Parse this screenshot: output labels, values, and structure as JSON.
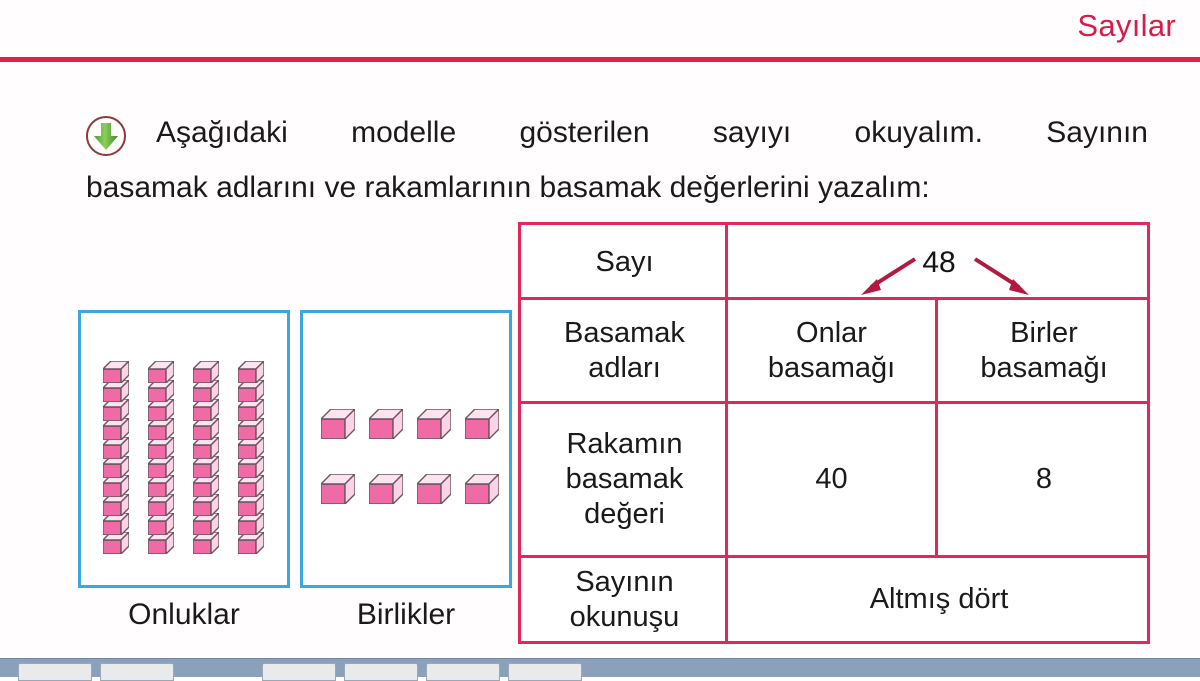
{
  "header": {
    "chapter_title": "Sayılar",
    "rule_color": "#e21e4a"
  },
  "instruction": {
    "icon": "down-arrow-circle-icon",
    "line1": "Aşağıdaki modelle gösterilen sayıyı okuyalım. Sayının",
    "line2": "basamak adlarını ve rakamlarının basamak değerlerini yazalım:"
  },
  "model": {
    "border_color": "#3ba7de",
    "cube_color": "#f275ab",
    "tens": {
      "label": "Onluklar",
      "rod_count": 4,
      "cubes_per_rod": 10
    },
    "ones": {
      "label": "Birlikler",
      "cube_count": 8,
      "rows": 2,
      "per_row": 4
    }
  },
  "table": {
    "border_color": "#e2275a",
    "number": "48",
    "rows": [
      {
        "label": "Sayı",
        "value": "48",
        "span": 2
      },
      {
        "label_line1": "Basamak",
        "label_line2": "adları",
        "col1_line1": "Onlar",
        "col1_line2": "basamağı",
        "col2_line1": "Birler",
        "col2_line2": "basamağı"
      },
      {
        "label_line1": "Rakamın",
        "label_line2": "basamak",
        "label_line3": "değeri",
        "col1": "40",
        "col2": "8"
      },
      {
        "label_line1": "Sayının",
        "label_line2": "okunuşu",
        "value": "Altmış dört",
        "span": 2
      }
    ]
  }
}
